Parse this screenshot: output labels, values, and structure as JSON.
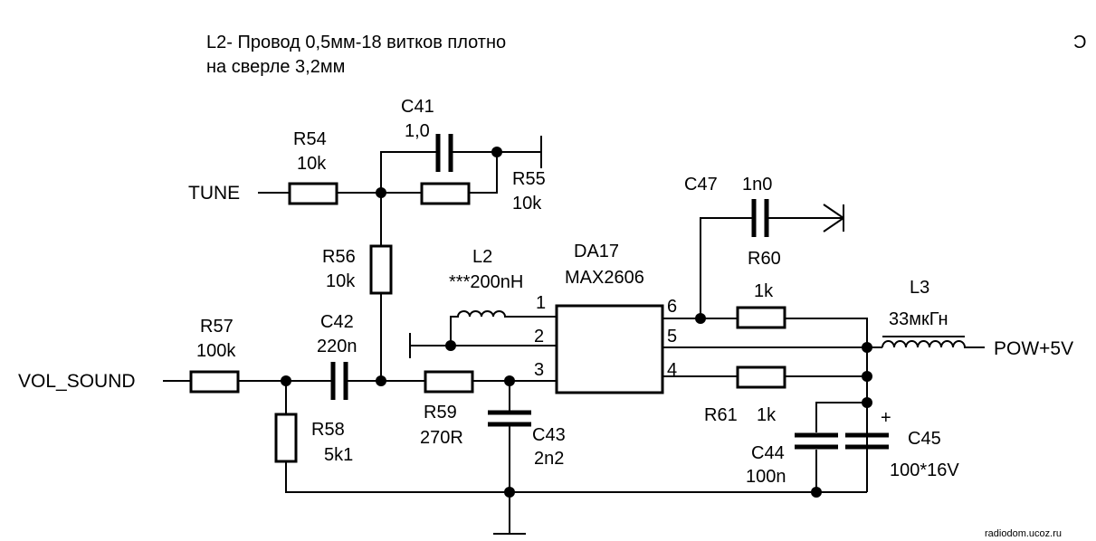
{
  "note": {
    "line1": "L2- Провод 0,5мм-18 витков плотно",
    "line2": "на сверле 3,2мм",
    "edge_glyph": "Ͻ"
  },
  "watermark": "radiodom.ucoz.ru",
  "nets": {
    "tune": "TUNE",
    "vol_sound": "VOL_SOUND",
    "pow": "POW+5V"
  },
  "components": {
    "R54": {
      "ref": "R54",
      "value": "10k"
    },
    "R55": {
      "ref": "R55",
      "value": "10k"
    },
    "R56": {
      "ref": "R56",
      "value": "10k"
    },
    "R57": {
      "ref": "R57",
      "value": "100k"
    },
    "R58": {
      "ref": "R58",
      "value": "5k1"
    },
    "R59": {
      "ref": "R59",
      "value": "270R"
    },
    "R60": {
      "ref": "R60",
      "value": "1k"
    },
    "R61": {
      "ref": "R61",
      "value": "1k"
    },
    "C41": {
      "ref": "C41",
      "value": "1,0"
    },
    "C42": {
      "ref": "C42",
      "value": "220n"
    },
    "C43": {
      "ref": "C43",
      "value": "2n2"
    },
    "C44": {
      "ref": "C44",
      "value": "100n"
    },
    "C45": {
      "ref": "C45",
      "value": "100*16V",
      "polarity": "+"
    },
    "C47": {
      "ref": "C47",
      "value": "1n0"
    },
    "L2": {
      "ref": "L2",
      "value": "***200nH"
    },
    "L3": {
      "ref": "L3",
      "value": "33мкГн"
    },
    "DA17": {
      "ref": "DA17",
      "value": "MAX2606"
    }
  },
  "ic_pins": {
    "p1": "1",
    "p2": "2",
    "p3": "3",
    "p4": "4",
    "p5": "5",
    "p6": "6"
  }
}
